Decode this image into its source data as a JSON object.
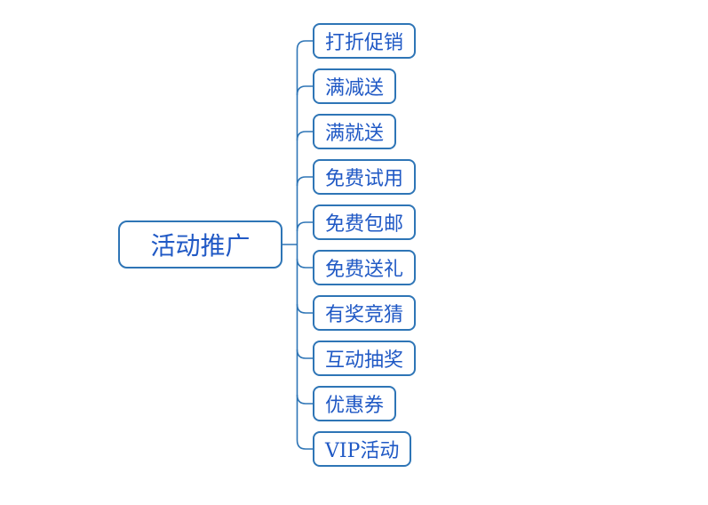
{
  "theme": {
    "line_color": "#2e75b6",
    "text_color": "#2059c5",
    "background_color": "#ffffff"
  },
  "mindmap": {
    "root": {
      "label": "活动推广"
    },
    "children": [
      {
        "label": "打折促销"
      },
      {
        "label": "满减送"
      },
      {
        "label": "满就送"
      },
      {
        "label": "免费试用"
      },
      {
        "label": "免费包邮"
      },
      {
        "label": "免费送礼"
      },
      {
        "label": "有奖竞猜"
      },
      {
        "label": "互动抽奖"
      },
      {
        "label": "优惠券"
      },
      {
        "label": "VIP活动"
      }
    ]
  }
}
